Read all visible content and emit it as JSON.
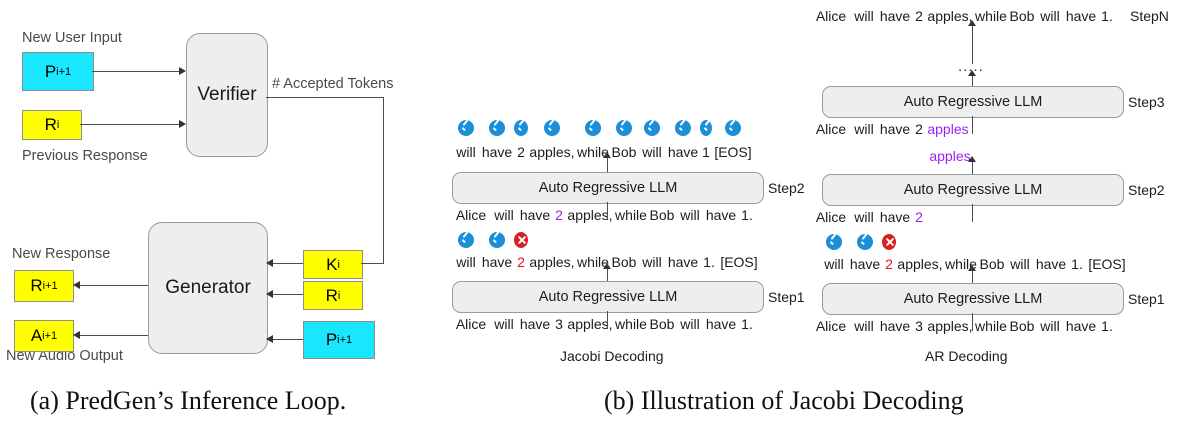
{
  "figure": {
    "captions": {
      "a": "(a) PredGen’s Inference Loop.",
      "b": "(b) Illustration of Jacobi Decoding"
    }
  },
  "panel_a": {
    "verifier": {
      "label": "Verifier"
    },
    "generator": {
      "label": "Generator"
    },
    "labels": {
      "new_user_input": "New User Input",
      "previous_response": "Previous Response",
      "accepted_tokens": "# Accepted Tokens",
      "new_response": "New Response",
      "new_audio_output": "New Audio Output"
    },
    "boxes": {
      "p_in": {
        "text": "P",
        "sub": "i+1",
        "color": "#1ae6ff"
      },
      "r_in": {
        "text": "R",
        "sub": "i",
        "color": "#ffff00"
      },
      "r_out": {
        "text": "R",
        "sub": "i+1",
        "color": "#ffff00"
      },
      "a_out": {
        "text": "A",
        "sub": "i+1",
        "color": "#ffff00"
      },
      "k_feedback": {
        "text": "K",
        "sub": "i",
        "color": "#ffff00"
      },
      "r_feedback": {
        "text": "R",
        "sub": "i",
        "color": "#ffff00"
      },
      "p_feedback": {
        "text": "P",
        "sub": "i+1",
        "color": "#1ae6ff"
      }
    }
  },
  "panel_jacobi": {
    "title": "Jacobi Decoding",
    "llm_label": "Auto Regressive LLM",
    "steps": [
      {
        "name": "Step1",
        "label": "Step1"
      },
      {
        "name": "Step2",
        "label": "Step2"
      }
    ],
    "step1_input": [
      {
        "t": "Alice"
      },
      {
        "t": "will"
      },
      {
        "t": "have"
      },
      {
        "t": "3"
      },
      {
        "t": "apples,"
      },
      {
        "t": "while"
      },
      {
        "t": "Bob"
      },
      {
        "t": "will"
      },
      {
        "t": "have"
      },
      {
        "t": "1."
      }
    ],
    "step1_output": [
      {
        "t": "will",
        "mark": "ok"
      },
      {
        "t": "have",
        "mark": "ok"
      },
      {
        "t": "2",
        "color": "red",
        "mark": "bad"
      },
      {
        "t": "apples,"
      },
      {
        "t": "while"
      },
      {
        "t": "Bob"
      },
      {
        "t": "will"
      },
      {
        "t": "have"
      },
      {
        "t": "1."
      },
      {
        "t": "[EOS]"
      }
    ],
    "step2_input": [
      {
        "t": "Alice"
      },
      {
        "t": "will"
      },
      {
        "t": "have"
      },
      {
        "t": "2",
        "color": "purple"
      },
      {
        "t": "apples,"
      },
      {
        "t": "while"
      },
      {
        "t": "Bob"
      },
      {
        "t": "will"
      },
      {
        "t": "have"
      },
      {
        "t": "1."
      }
    ],
    "step2_output": [
      {
        "t": "will",
        "mark": "ok"
      },
      {
        "t": "have",
        "mark": "ok"
      },
      {
        "t": "2",
        "mark": "ok"
      },
      {
        "t": "apples,",
        "mark": "ok"
      },
      {
        "t": "while",
        "mark": "ok"
      },
      {
        "t": "Bob",
        "mark": "ok"
      },
      {
        "t": "will",
        "mark": "ok"
      },
      {
        "t": "have",
        "mark": "ok"
      },
      {
        "t": "1",
        "mark": "ok"
      },
      {
        "t": "[EOS]",
        "mark": "ok"
      }
    ]
  },
  "panel_ar": {
    "title": "AR Decoding",
    "llm_label": "Auto Regressive LLM",
    "ellipsis": ".....",
    "steps": [
      {
        "name": "Step1",
        "label": "Step1"
      },
      {
        "name": "Step2",
        "label": "Step2"
      },
      {
        "name": "Step3",
        "label": "Step3"
      },
      {
        "name": "StepN",
        "label": "StepN"
      }
    ],
    "step1_input": [
      {
        "t": "Alice"
      },
      {
        "t": "will"
      },
      {
        "t": "have"
      },
      {
        "t": "3"
      },
      {
        "t": "apples,"
      },
      {
        "t": "while"
      },
      {
        "t": "Bob"
      },
      {
        "t": "will"
      },
      {
        "t": "have"
      },
      {
        "t": "1."
      }
    ],
    "step1_output": [
      {
        "t": "will",
        "mark": "ok"
      },
      {
        "t": "have",
        "mark": "ok"
      },
      {
        "t": "2",
        "color": "red",
        "mark": "bad"
      },
      {
        "t": "apples,"
      },
      {
        "t": "while"
      },
      {
        "t": "Bob"
      },
      {
        "t": "will"
      },
      {
        "t": "have"
      },
      {
        "t": "1."
      },
      {
        "t": "[EOS]"
      }
    ],
    "step2_input": [
      {
        "t": "Alice"
      },
      {
        "t": "will"
      },
      {
        "t": "have"
      },
      {
        "t": "2",
        "color": "purple"
      }
    ],
    "step2_output": [
      {
        "t": "apples",
        "color": "purple"
      }
    ],
    "step3_input": [
      {
        "t": "Alice"
      },
      {
        "t": "will"
      },
      {
        "t": "have"
      },
      {
        "t": "2"
      },
      {
        "t": "apples",
        "color": "purple"
      }
    ],
    "stepN_output": [
      {
        "t": "Alice"
      },
      {
        "t": "will"
      },
      {
        "t": "have"
      },
      {
        "t": "2"
      },
      {
        "t": "apples,"
      },
      {
        "t": "while"
      },
      {
        "t": "Bob"
      },
      {
        "t": "will"
      },
      {
        "t": "have"
      },
      {
        "t": "1."
      }
    ]
  }
}
